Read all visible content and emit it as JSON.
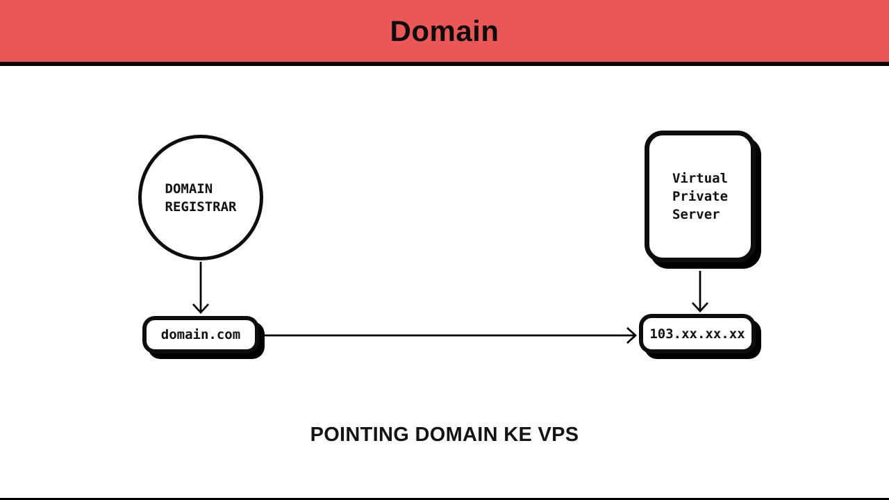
{
  "header": {
    "title": "Domain"
  },
  "colors": {
    "header_background": "#EB5757",
    "stroke": "#000000",
    "node_fill": "#FFFFFF",
    "page_background": "#FFFFFF"
  },
  "diagram": {
    "nodes": {
      "registrar": {
        "label": "DOMAIN\nREGISTRAR",
        "shape": "circle"
      },
      "vps": {
        "label": "Virtual\nPrivate\nServer",
        "shape": "rounded-rectangle"
      },
      "domain": {
        "label": "domain.com",
        "shape": "pill"
      },
      "ip": {
        "label": "103.xx.xx.xx",
        "shape": "pill"
      }
    },
    "connections": [
      {
        "from": "registrar",
        "to": "domain",
        "direction": "down"
      },
      {
        "from": "vps",
        "to": "ip",
        "direction": "down"
      },
      {
        "from": "domain",
        "to": "ip",
        "direction": "right"
      }
    ]
  },
  "caption": {
    "text": "POINTING DOMAIN KE VPS"
  }
}
